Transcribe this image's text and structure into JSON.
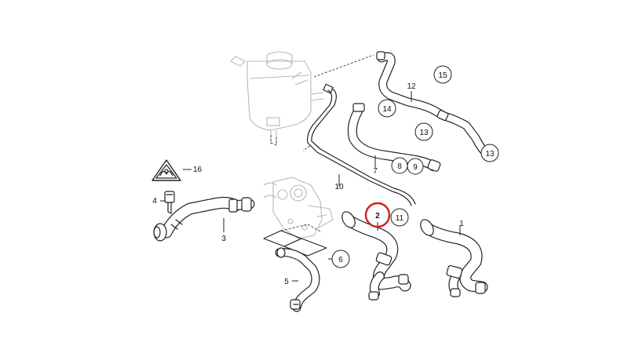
{
  "diagram": {
    "callouts": [
      {
        "id": "part-1",
        "label": "1",
        "circled": false
      },
      {
        "id": "part-2",
        "label": "2",
        "circled": true,
        "highlighted": true
      },
      {
        "id": "part-3",
        "label": "3",
        "circled": false
      },
      {
        "id": "part-4",
        "label": "4",
        "circled": false
      },
      {
        "id": "part-5",
        "label": "5",
        "circled": false
      },
      {
        "id": "part-6",
        "label": "6",
        "circled": false
      },
      {
        "id": "part-7",
        "label": "7",
        "circled": false
      },
      {
        "id": "part-8",
        "label": "8",
        "circled": true
      },
      {
        "id": "part-9",
        "label": "9",
        "circled": true
      },
      {
        "id": "part-10",
        "label": "10",
        "circled": false
      },
      {
        "id": "part-11",
        "label": "11",
        "circled": true
      },
      {
        "id": "part-12",
        "label": "12",
        "circled": false
      },
      {
        "id": "part-13a",
        "label": "13",
        "circled": true
      },
      {
        "id": "part-13b",
        "label": "13",
        "circled": true
      },
      {
        "id": "part-14",
        "label": "14",
        "circled": true
      },
      {
        "id": "part-15",
        "label": "15",
        "circled": true
      },
      {
        "id": "part-16",
        "label": "16",
        "circled": false
      }
    ],
    "highlight_color": "#d0201c",
    "line_color": "#222222",
    "ghost_color": "#b9b9b9"
  }
}
